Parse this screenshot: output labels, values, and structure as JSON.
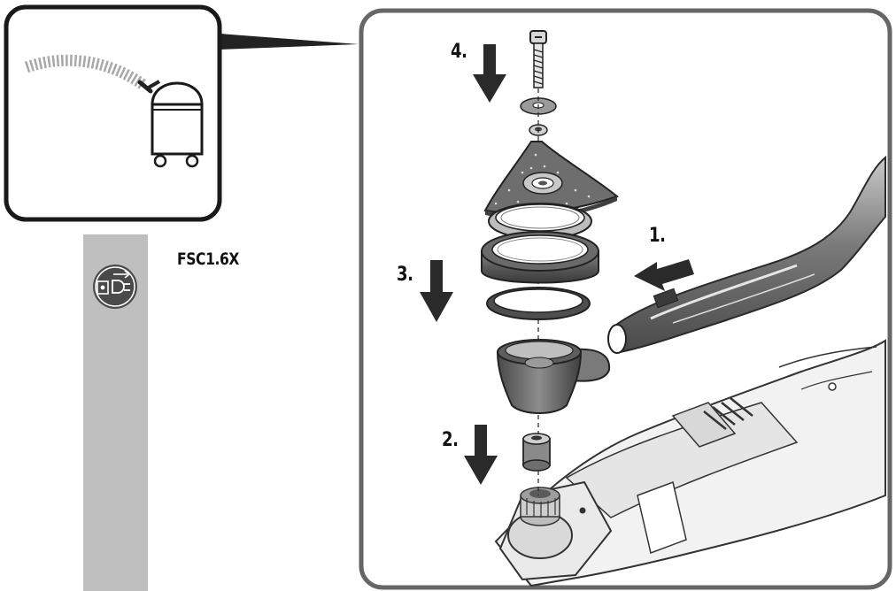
{
  "labels": {
    "model": "FSC1.6X",
    "step1": "1.",
    "step2": "2.",
    "step3": "3.",
    "step4": "4."
  },
  "icons": {
    "vacuum": "vacuum-cleaner-icon",
    "unplug": "unplug-power-icon",
    "arrow": "down-arrow-icon"
  },
  "colors": {
    "frame": "#666666",
    "side_bar": "#bfbfbf",
    "dark_part": "#5a5a5a",
    "mid_part": "#9a9a9a",
    "light_part": "#d2d2d2",
    "ink": "#111111"
  }
}
